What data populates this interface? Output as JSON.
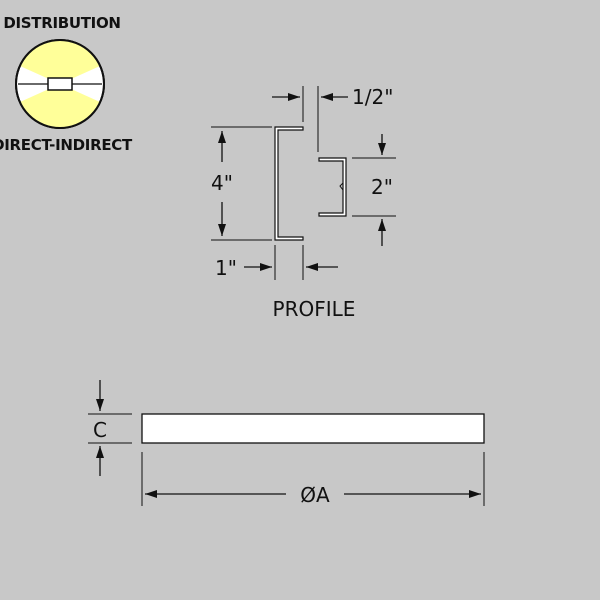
{
  "distribution": {
    "title": "DISTRIBUTION",
    "type": "DIRECT-INDIRECT",
    "icon": "direct-indirect-light-distribution-icon",
    "beam_color": "#ffff99"
  },
  "profile": {
    "title": "PROFILE",
    "width_label": "1/2\"",
    "height_label": "4\"",
    "inner_height_label": "2\"",
    "depth_label": "1\""
  },
  "plan": {
    "height_label": "C",
    "diameter_label": "ØA"
  }
}
